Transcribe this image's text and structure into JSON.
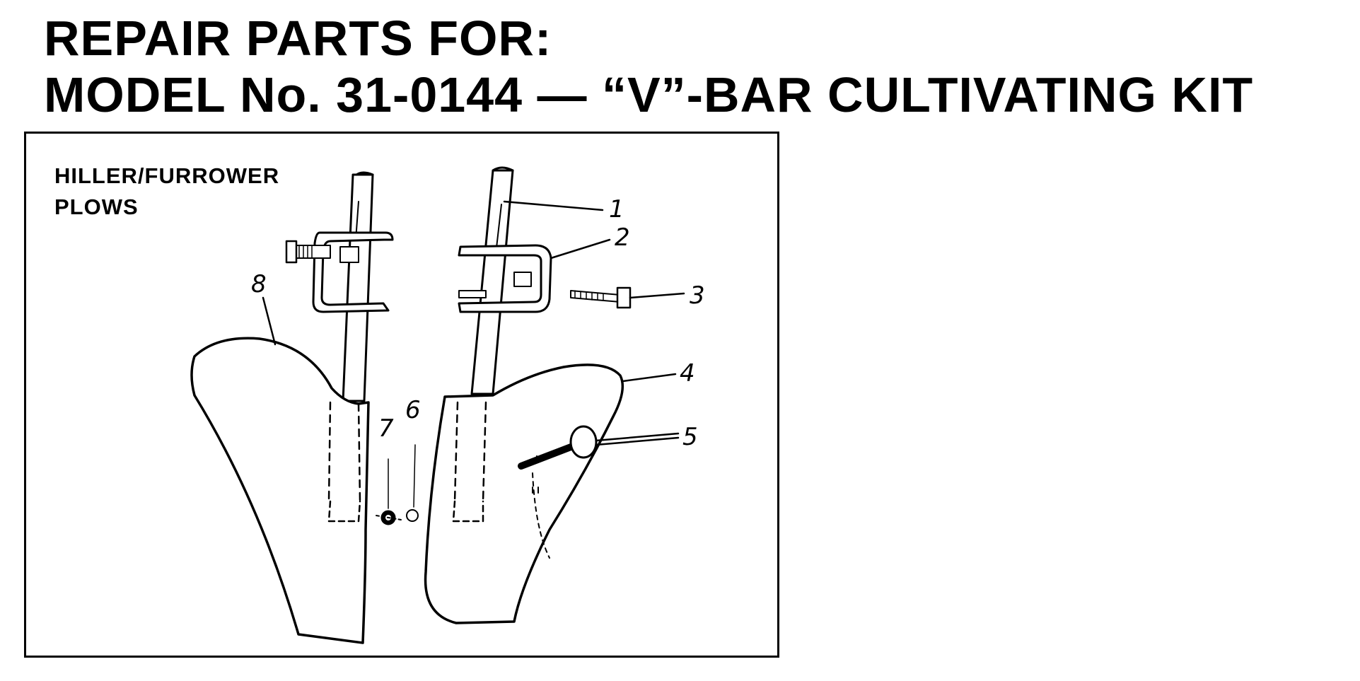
{
  "document": {
    "title_line_1": "REPAIR PARTS FOR:",
    "title_line_2": "MODEL No. 31-0144 — “V”-BAR CULTIVATING KIT"
  },
  "figure": {
    "caption_line_1": "HILLER/FURROWER",
    "caption_line_2": "PLOWS",
    "callouts": [
      "1",
      "2",
      "3",
      "4",
      "5",
      "6",
      "7",
      "8"
    ],
    "ink_color": "#000000",
    "paper_color": "#ffffff"
  }
}
